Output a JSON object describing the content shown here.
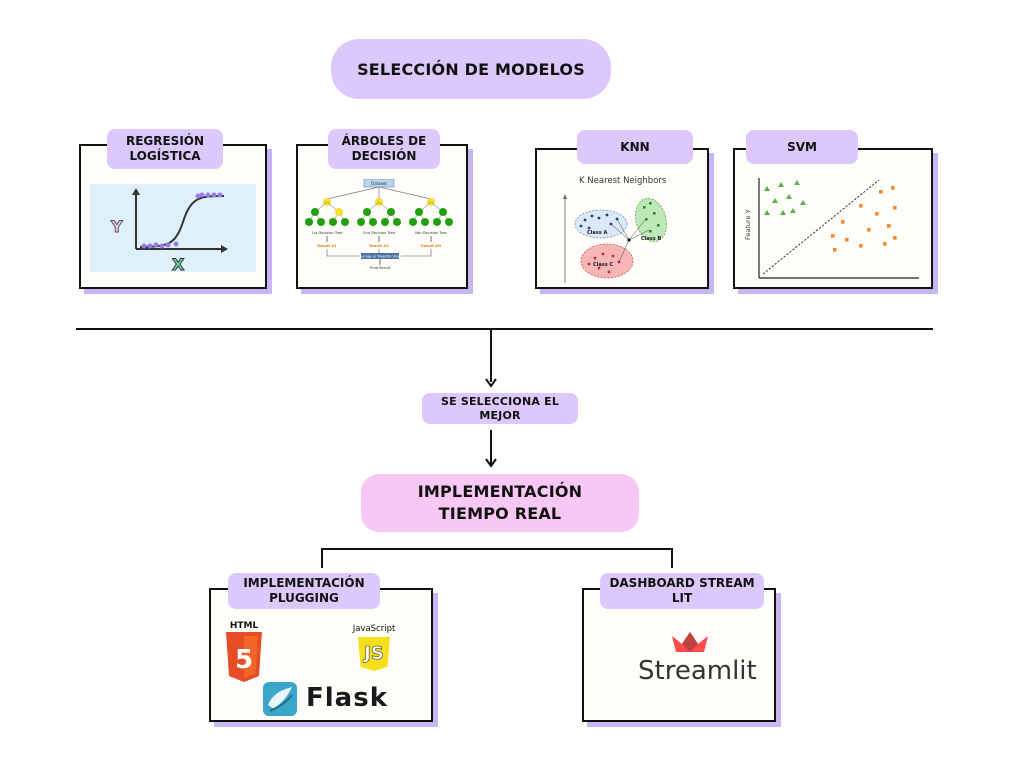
{
  "title": "SELECCIÓN DE MODELOS",
  "models": [
    {
      "label": "REGRESIÓN LOGÍSTICA",
      "axis_y": "Y",
      "axis_x": "X"
    },
    {
      "label": "ÁRBOLES DE DECISIÓN",
      "root": "Dataset",
      "trees": [
        "1st Decision Tree",
        "2nd Decision Tree",
        "Nth Decision Tree"
      ],
      "results": [
        "Result #1",
        "Result #2",
        "Result #N"
      ],
      "vote": "Average or Majority Votes",
      "final": "Final Result"
    },
    {
      "label": "KNN",
      "chart_title": "K Nearest Neighbors",
      "classes": [
        "Class A",
        "Class B",
        "Class C"
      ]
    },
    {
      "label": "SVM",
      "axis_y": "Feature Y"
    }
  ],
  "select_best": "SE SELECCIONA EL MEJOR",
  "realtime": "IMPLEMENTACIÓN TIEMPO REAL",
  "deploy": [
    {
      "label": "IMPLEMENTACIÓN PLUGGING",
      "logos": [
        "HTML",
        "JavaScript",
        "JS",
        "Flask"
      ]
    },
    {
      "label": "DASHBOARD STREAM LIT",
      "logos": [
        "Streamlit"
      ]
    }
  ],
  "colors": {
    "lavender": "#dcc8fb",
    "pink": "#f6c8f3",
    "shadow": "#c8b6f4",
    "tree_node": "#22a012",
    "leaf_node": "#f4df2c",
    "html_orange": "#e44d26",
    "js_yellow": "#f7df1e",
    "streamlit_red": "#ff4b4b"
  }
}
